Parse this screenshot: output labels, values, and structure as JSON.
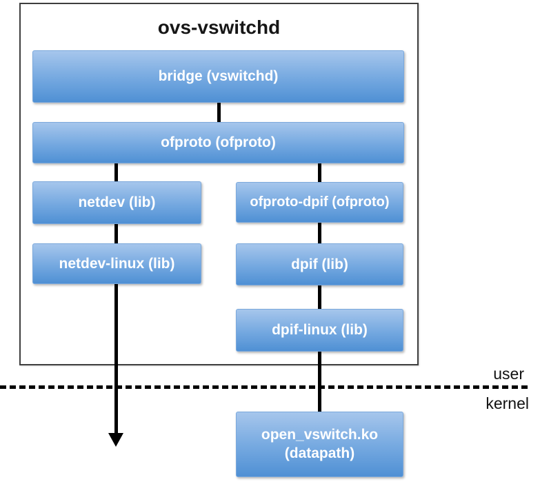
{
  "title": "ovs-vswitchd",
  "boxes": {
    "bridge": "bridge (vswitchd)",
    "ofproto": "ofproto (ofproto)",
    "netdev": "netdev (lib)",
    "netdev_linux": "netdev-linux (lib)",
    "ofproto_dpif": "ofproto-dpif (ofproto)",
    "dpif": "dpif (lib)",
    "dpif_linux": "dpif-linux (lib)",
    "open_vswitch_line1": "open_vswitch.ko",
    "open_vswitch_line2": "(datapath)"
  },
  "boundary": {
    "user_label": "user",
    "kernel_label": "kernel"
  },
  "colors": {
    "box_top": "#a6c6ec",
    "box_bottom": "#4f90d4",
    "box_border": "#7aa8dc",
    "box_text": "#ffffff",
    "outline": "#3e3e3e",
    "connector": "#000000"
  }
}
